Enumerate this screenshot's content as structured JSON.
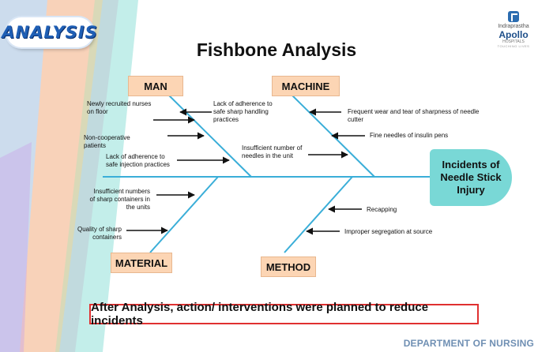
{
  "badge": {
    "label": "ANALYSIS"
  },
  "logo": {
    "line1": "Indraprastha",
    "line2": "Apollo",
    "line3": "HOSPITALS",
    "line4": "TOUCHING LIVES"
  },
  "title": "Fishbone Analysis",
  "effect": {
    "line1": "Incidents of",
    "line2": "Needle Stick",
    "line3": "Injury"
  },
  "categories": {
    "man": "MAN",
    "machine": "MACHINE",
    "material": "MATERIAL",
    "method": "METHOD"
  },
  "causes": {
    "man": [
      {
        "line1": "Newly recruited nurses",
        "line2": "on floor"
      },
      {
        "line1": "Lack of  adherence to",
        "line2": "safe sharp handling",
        "line3": "practices"
      },
      {
        "line1": "Non-cooperative",
        "line2": "patients"
      },
      {
        "line1": "Lack of  adherence to",
        "line2": "safe injection practices"
      }
    ],
    "machine": [
      {
        "line1": "Frequent wear and tear of sharpness of needle",
        "line2": "cutter"
      },
      {
        "line1": "Fine needles of insulin pens"
      },
      {
        "line1": "Insufficient number of",
        "line2": "needles in the unit"
      }
    ],
    "material": [
      {
        "line1": "Insufficient numbers",
        "line2": "of sharp containers in",
        "line3": "the units"
      },
      {
        "line1": "Quality of sharp",
        "line2": "containers"
      }
    ],
    "method": [
      {
        "line1": "Recapping"
      },
      {
        "line1": "Improper segregation at source"
      }
    ]
  },
  "conclusion": "After Analysis, action/ interventions were planned to reduce incidents",
  "footer": "DEPARTMENT OF NURSING",
  "colors": {
    "bone": "#3aaed8",
    "category_fill": "#fcd5b4",
    "effect_fill": "#79d8d6",
    "conclusion_border": "#e03030",
    "footer_text": "#6f8fb3"
  }
}
